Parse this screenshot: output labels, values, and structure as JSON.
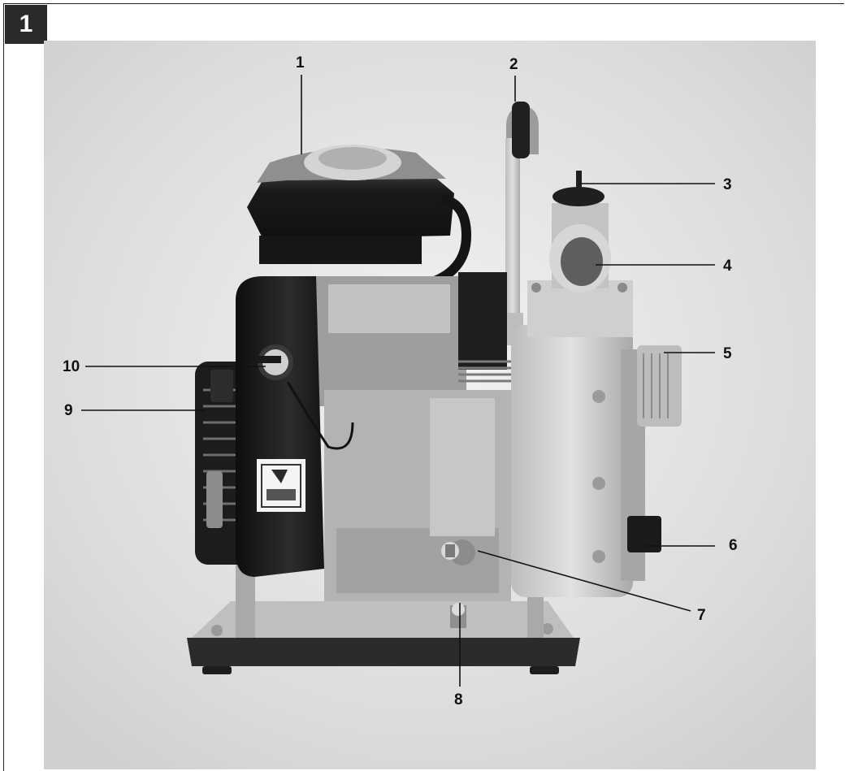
{
  "figure": {
    "number": "1"
  },
  "callouts": [
    "1",
    "2",
    "3",
    "4",
    "5",
    "6",
    "7",
    "8",
    "9",
    "10"
  ],
  "colors": {
    "badge": "#2a2a2a",
    "background": "#ffffff",
    "photo_backdrop": "#d8d8d8",
    "engine_body": "#1b1b1b",
    "pump_housing": "#c9c9c9",
    "base_plate": "#2b2b2b"
  }
}
